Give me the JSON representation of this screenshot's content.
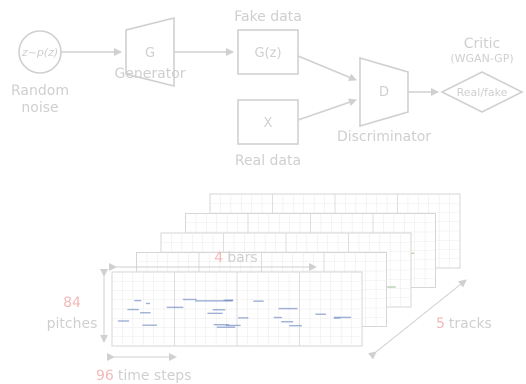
{
  "gan": {
    "noise_node": {
      "label": "z~p(z)"
    },
    "noise_caption": [
      "Random",
      "noise"
    ],
    "generator": {
      "symbol": "G",
      "caption": "Generator"
    },
    "fake_data": {
      "title": "Fake data",
      "label": "G(z)"
    },
    "real_data": {
      "label": "X",
      "caption": "Real data"
    },
    "discriminator": {
      "symbol": "D",
      "caption": "Discriminator"
    },
    "critic": {
      "title": "Critic",
      "subtitle": "(WGAN-GP)",
      "output": "Real/fake"
    }
  },
  "tensor": {
    "bars": {
      "number": "4",
      "unit": "bars"
    },
    "pitches": {
      "number": "84",
      "unit": "pitches"
    },
    "time_steps": {
      "number": "96",
      "unit": "time steps"
    },
    "tracks": {
      "number": "5",
      "unit": "tracks"
    },
    "num_layers": 5,
    "note_colors": [
      "#7f96c8",
      "#e0a0a0",
      "#9cc39c",
      "#c8b07a",
      "#b39ad0"
    ]
  },
  "colors": {
    "line": "#d0d0d0",
    "text": "#cfcfcf",
    "accent_number": "#f2b8b8"
  }
}
